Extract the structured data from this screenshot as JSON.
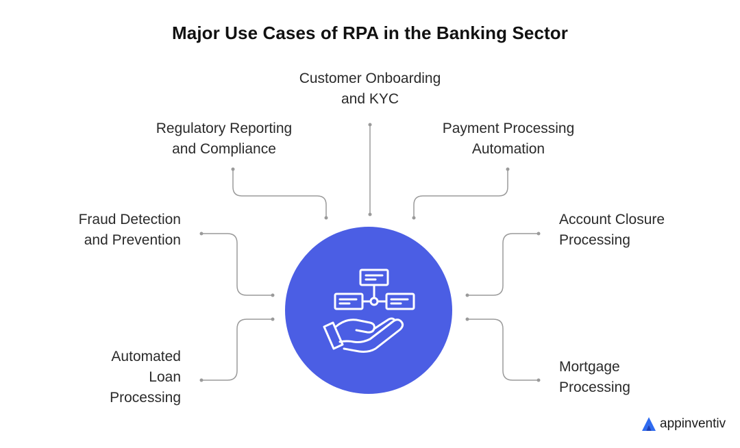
{
  "title": "Major Use Cases of RPA in the Banking Sector",
  "use_cases": {
    "customer_onboarding": {
      "line1": "Customer Onboarding",
      "line2": "and KYC"
    },
    "regulatory_reporting": {
      "line1": "Regulatory Reporting",
      "line2": "and Compliance"
    },
    "payment_processing": {
      "line1": "Payment Processing",
      "line2": "Automation"
    },
    "fraud_detection": {
      "line1": "Fraud Detection",
      "line2": "and Prevention"
    },
    "account_closure": {
      "line1": "Account Closure",
      "line2": "Processing"
    },
    "automated_loan": {
      "line1": "Automated",
      "line2": "Loan",
      "line3": "Processing"
    },
    "mortgage": {
      "line1": "Mortgage",
      "line2": "Processing"
    }
  },
  "center_icon": "hand-holding-workflow-icon",
  "brand": {
    "name": "appinventiv",
    "icon": "appinventiv-logo-icon"
  },
  "colors": {
    "accent": "#4b5ee4",
    "connector": "#9a9a9a",
    "text": "#2a2a2a"
  }
}
